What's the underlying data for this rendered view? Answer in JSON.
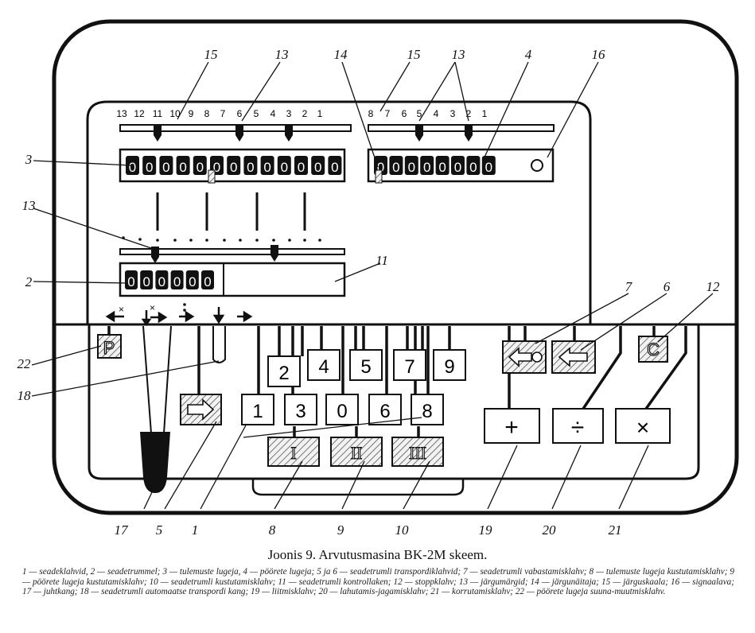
{
  "digits": {
    "result_reg": [
      "0",
      "0",
      "0",
      "0",
      "0",
      "0",
      "0",
      "0",
      "0",
      "0",
      "0",
      "0",
      "0"
    ],
    "rev_reg": [
      "0",
      "0",
      "0",
      "0",
      "0",
      "0",
      "0",
      "0"
    ],
    "setting_drum": [
      "0",
      "0",
      "0",
      "0",
      "0",
      "0"
    ]
  },
  "scales": {
    "left": [
      "13",
      "12",
      "11",
      "10",
      "9",
      "8",
      "7",
      "6",
      "5",
      "4",
      "3",
      "2",
      "1"
    ],
    "right": [
      "8",
      "7",
      "6",
      "5",
      "4",
      "3",
      "2",
      "1"
    ]
  },
  "callouts": [
    "15",
    "13",
    "14",
    "15",
    "13",
    "4",
    "16",
    "3",
    "13",
    "2",
    "11",
    "7",
    "6",
    "12",
    "22",
    "18",
    "17",
    "5",
    "1",
    "8",
    "9",
    "10",
    "19",
    "20",
    "21"
  ],
  "keys": {
    "number_keys": [
      "1",
      "2",
      "3",
      "4",
      "0",
      "5",
      "6",
      "7",
      "8",
      "9"
    ],
    "clear_keys": [
      "I",
      "II",
      "III"
    ],
    "p_key": "P",
    "c_key": "C",
    "plus": "+",
    "divide": "÷",
    "multiply": "×"
  },
  "symbols": {
    "arrow_left_cross": "⟵×",
    "arrow_down_right_cross": "×",
    "dots": "⁝",
    "arrow_down": "↓",
    "arrow_right": "→"
  },
  "caption": {
    "title": "Joonis 9. Arvutusmasina BK-2M skeem.",
    "legend": "1 — seadeklahvid, 2 — seadetrummel; 3 — tulemuste lugeja, 4 — pöörete lugeja; 5 ja 6 — seadetrumli transpordiklahvid; 7 — seadetrumli vabastamisklahv; 8 — tulemuste lugeja kustutamisklahv; 9 — pöörete lugeja kustutamisklahv; 10 — seadetrumli kustutamisklahv; 11 — seadetrumli kontrollaken; 12 — stoppklahv; 13 — järgumärgid; 14 — järgunäitaja; 15 — järguskaala; 16 — signaalava; 17 — juhtkang; 18 — seadetrumli automaatse transpordi kang; 19 — liitmisklahv; 20 — lahutamis-jagamisklahv; 21 — korrutamisklahv; 22 — pöörete lugeja suuna-muutmisklahv."
  }
}
